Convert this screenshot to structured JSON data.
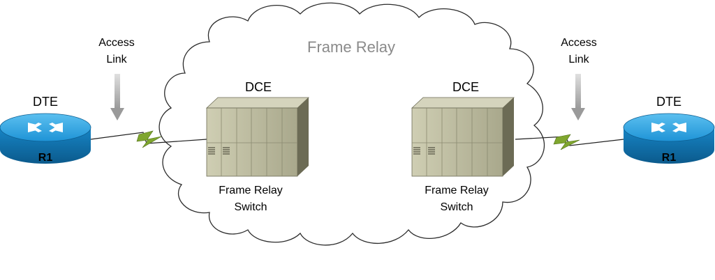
{
  "cloud": {
    "title": "Frame Relay"
  },
  "left": {
    "access_label_1": "Access",
    "access_label_2": "Link",
    "dte_label": "DTE",
    "router_label": "R1",
    "dce_label": "DCE",
    "switch_label_1": "Frame Relay",
    "switch_label_2": "Switch"
  },
  "right": {
    "access_label_1": "Access",
    "access_label_2": "Link",
    "dte_label": "DTE",
    "router_label": "R1",
    "dce_label": "DCE",
    "switch_label_1": "Frame Relay",
    "switch_label_2": "Switch"
  },
  "colors": {
    "router_blue": "#1a8ccf",
    "router_dark": "#0d5e91",
    "switch_front": "#b8b79a",
    "switch_side": "#6c6b55",
    "switch_top": "#d5d4bd",
    "link_green": "#7fa62e",
    "arrow_gray": "#bdbdbd",
    "cloud_title": "#8a8a8a"
  },
  "icons": [
    "router-icon",
    "frame-relay-switch-icon",
    "cloud-icon",
    "down-arrow-icon",
    "serial-link-icon"
  ]
}
